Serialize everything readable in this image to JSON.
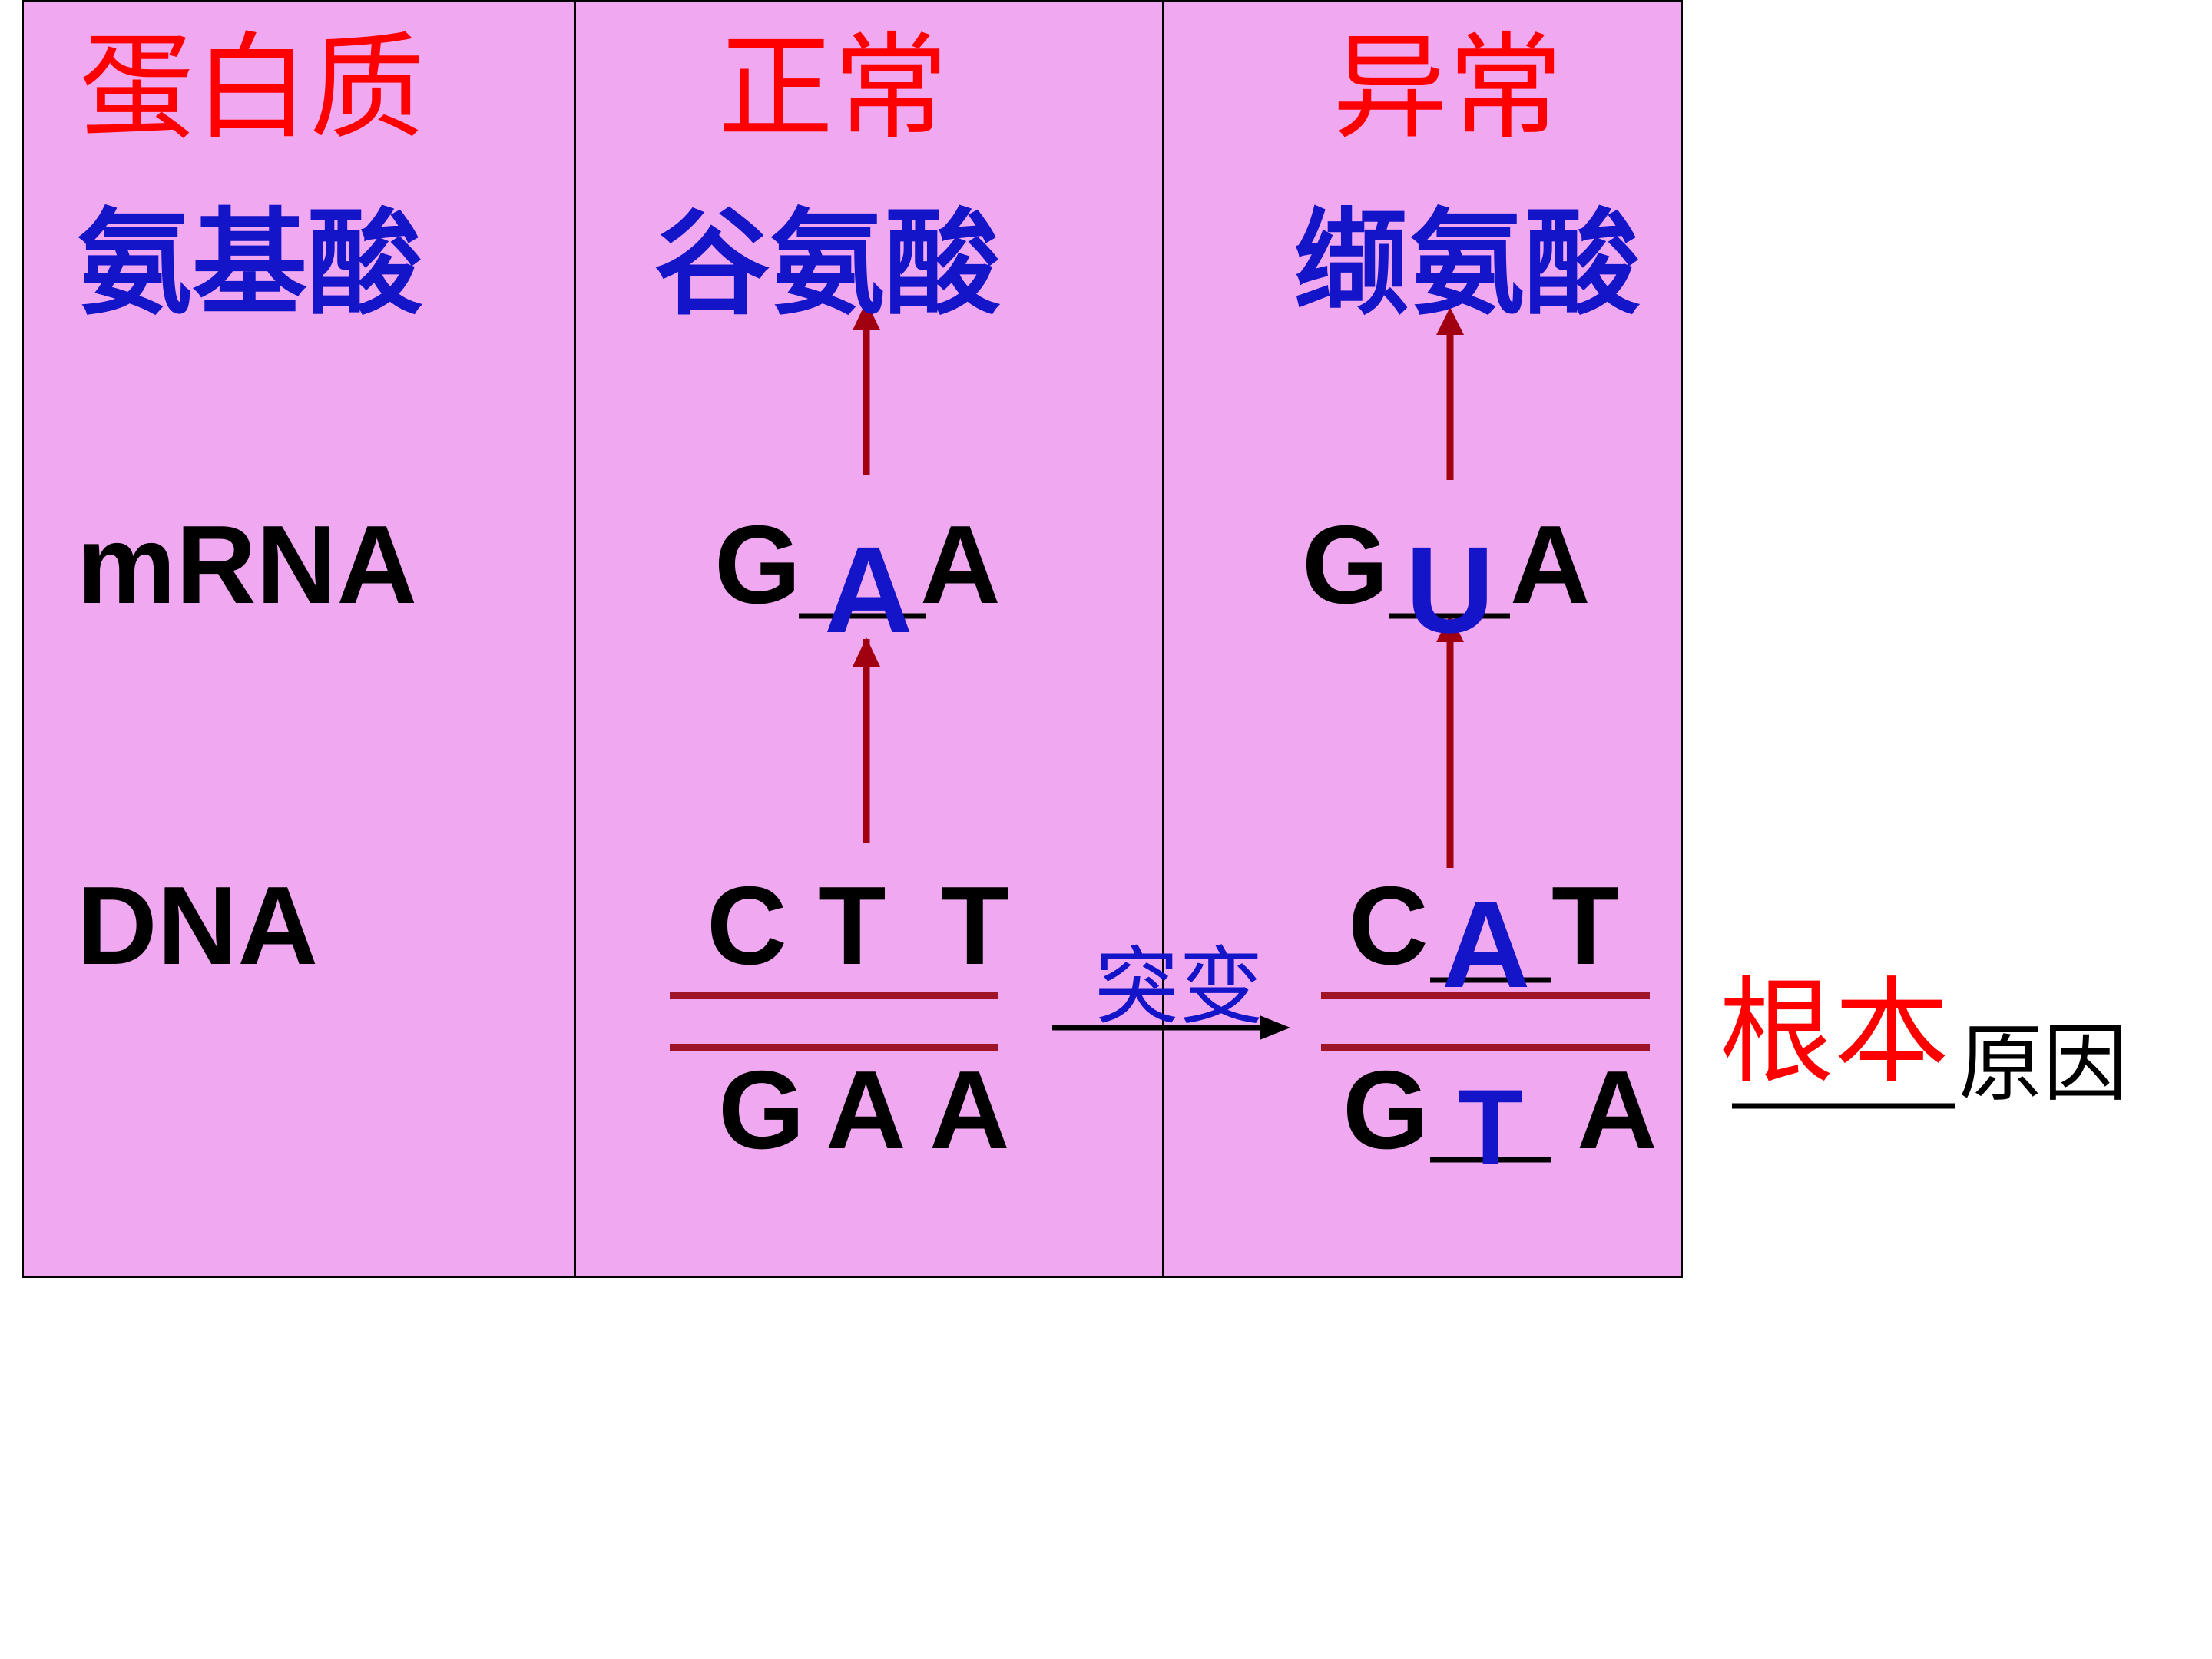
{
  "columns": {
    "labels": {
      "protein": "蛋白质",
      "amino_acid": "氨基酸",
      "mrna": "mRNA",
      "dna": "DNA"
    },
    "normal": {
      "title": "正常",
      "amino_acid": "谷氨酸",
      "mrna": {
        "left": "G",
        "middle": "A",
        "right": "A"
      },
      "dna_top": {
        "left": "C",
        "middle": "T",
        "right": "T"
      },
      "dna_bottom": {
        "left": "G",
        "middle": "A",
        "right": "A"
      }
    },
    "abnormal": {
      "title": "异常",
      "amino_acid": "缬氨酸",
      "mrna": {
        "left": "G",
        "middle": "U",
        "right": "A"
      },
      "dna_top": {
        "left": "C",
        "middle": "A",
        "right": "T"
      },
      "dna_bottom": {
        "left": "G",
        "middle": "T",
        "right": "A"
      }
    }
  },
  "mutation": {
    "label": "突变"
  },
  "cause": {
    "answer": "根本",
    "suffix": "原因"
  },
  "colors": {
    "panel_bg": "#f0a8f0",
    "title_red": "#ff0000",
    "amino_blue": "#1414c8",
    "arrow_darkred": "#a00010",
    "strand_darkred": "#a01428",
    "text_black": "#000000"
  }
}
